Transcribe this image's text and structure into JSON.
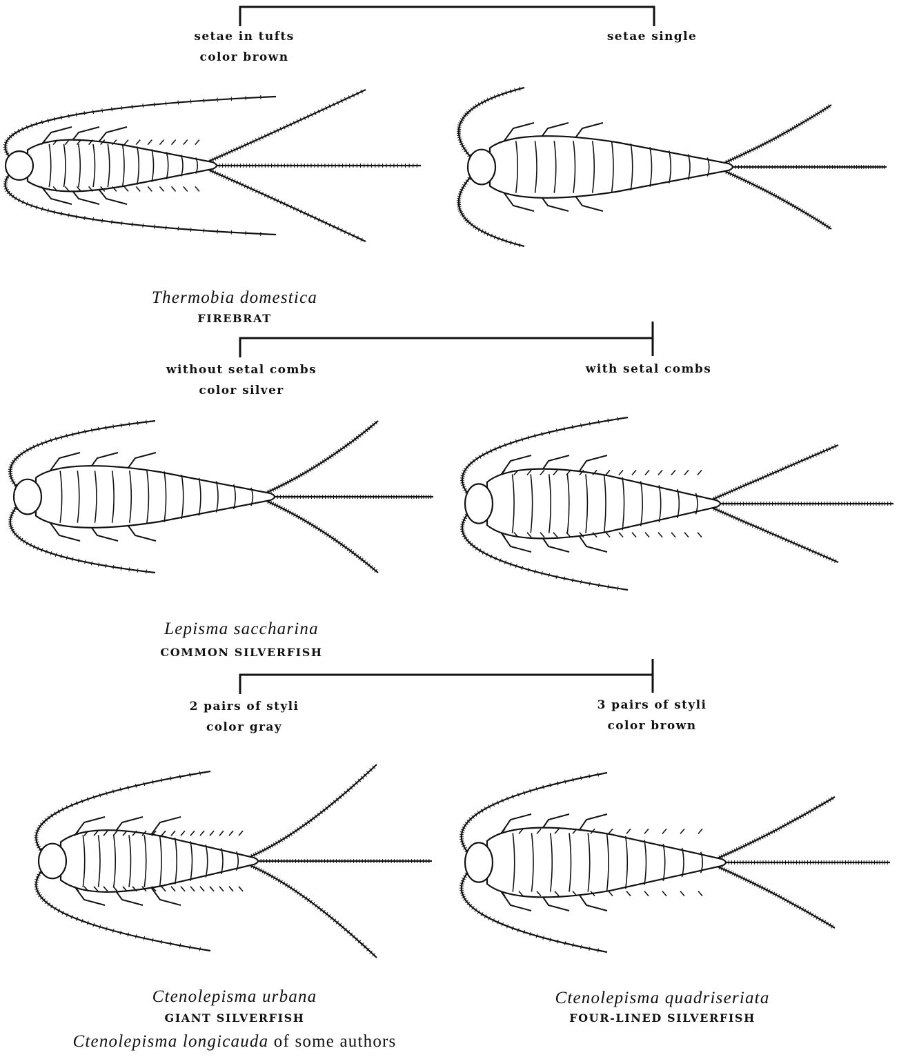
{
  "couplets": [
    {
      "left": [
        "setae in tufts",
        "color brown"
      ],
      "right": [
        "setae single"
      ]
    },
    {
      "left": [
        "without setal combs",
        "color silver"
      ],
      "right": [
        "with setal combs"
      ]
    },
    {
      "left": [
        "2 pairs of styli",
        "color gray"
      ],
      "right": [
        "3 pairs of styli",
        "color brown"
      ]
    }
  ],
  "species": [
    {
      "scientific": "Thermobia domestica",
      "common": "FIREBRAT"
    },
    {
      "scientific": "Lepisma saccharina",
      "common": "COMMON SILVERFISH"
    },
    {
      "scientific": "Ctenolepisma urbana",
      "common": "GIANT SILVERFISH",
      "synonym": {
        "name": "Ctenolepisma longicauda",
        "suffix": " of some authors"
      }
    },
    {
      "scientific": "Ctenolepisma quadriseriata",
      "common": "FOUR-LINED SILVERFISH"
    }
  ],
  "colors": {
    "ink": "#111111",
    "background": "#ffffff"
  }
}
